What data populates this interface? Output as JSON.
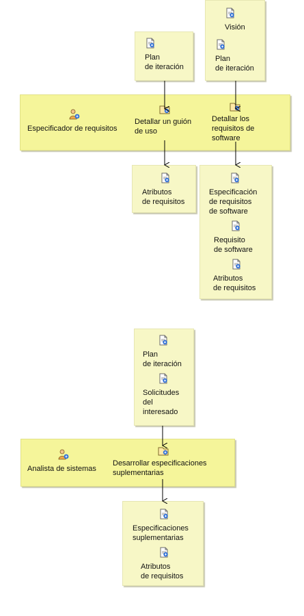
{
  "diagram1": {
    "inputs_left": [
      {
        "label": "Plan\nde iteración"
      }
    ],
    "inputs_right": [
      {
        "label": "Visión"
      },
      {
        "label": "Plan\nde iteración"
      }
    ],
    "role": "Especificador de requisitos",
    "task_left": "Detallar un guión\nde uso",
    "task_right": "Detallar los\nrequisitos de\nsoftware",
    "outputs_left": [
      {
        "label": "Atributos\nde requisitos"
      }
    ],
    "outputs_right": [
      {
        "label": "Especificación\nde requisitos\nde software"
      },
      {
        "label": "Requisito\nde software"
      },
      {
        "label": "Atributos\nde requisitos"
      }
    ]
  },
  "diagram2": {
    "inputs": [
      {
        "label": "Plan\nde iteración"
      },
      {
        "label": "Solicitudes\ndel\ninteresado"
      }
    ],
    "role": "Analista de sistemas",
    "task": "Desarrollar especificaciones\nsuplementarias",
    "outputs": [
      {
        "label": "Especificaciones\nsuplementarias"
      },
      {
        "label": "Atributos\nde requisitos"
      }
    ]
  },
  "icons": {
    "artifact": "artifact-icon",
    "task": "task-icon",
    "role": "role-icon"
  },
  "colors": {
    "artifact_fill": "#f7f7c6",
    "role_fill": "#f5f59a",
    "icon_blue": "#2f6fd6"
  }
}
